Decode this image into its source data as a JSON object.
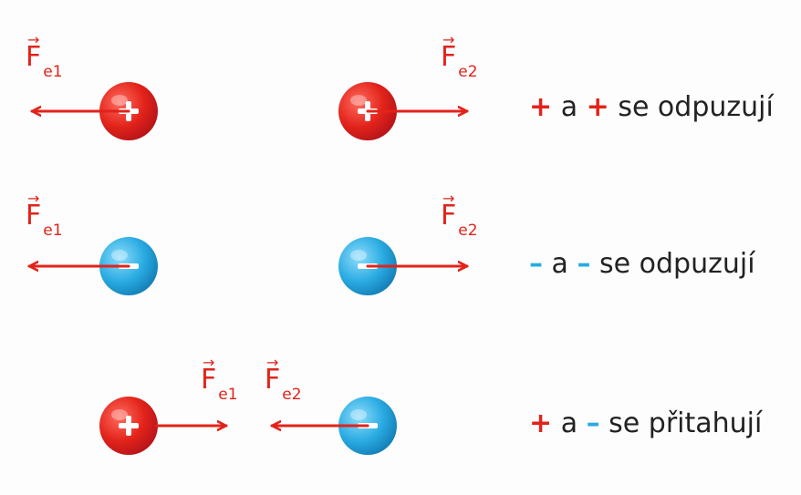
{
  "colors": {
    "positive": "#e2231a",
    "positive_dark": "#c4161c",
    "negative": "#29abe2",
    "negative_dark": "#1b8fc4",
    "arrow": "#e2231a",
    "text": "#222222"
  },
  "symbols": {
    "vector_arrow": "→",
    "force": "F"
  },
  "rows": [
    {
      "left": {
        "charge": "positive",
        "sign": "+",
        "force": {
          "sub": "e1",
          "direction": "left"
        }
      },
      "right": {
        "charge": "positive",
        "sign": "+",
        "force": {
          "sub": "e2",
          "direction": "right"
        }
      },
      "rule": {
        "sign1": "+",
        "conj": "a",
        "sign2": "+",
        "text": "se odpuzují"
      }
    },
    {
      "left": {
        "charge": "negative",
        "sign": "–",
        "force": {
          "sub": "e1",
          "direction": "left"
        }
      },
      "right": {
        "charge": "negative",
        "sign": "–",
        "force": {
          "sub": "e2",
          "direction": "right"
        }
      },
      "rule": {
        "sign1": "–",
        "conj": "a",
        "sign2": "–",
        "text": "se odpuzují"
      }
    },
    {
      "left": {
        "charge": "positive",
        "sign": "+",
        "force": {
          "sub": "e1",
          "direction": "right"
        }
      },
      "right": {
        "charge": "negative",
        "sign": "–",
        "force": {
          "sub": "e2",
          "direction": "left"
        }
      },
      "rule": {
        "sign1": "+",
        "conj": "a",
        "sign2": "–",
        "text": "se přitahují"
      }
    }
  ]
}
